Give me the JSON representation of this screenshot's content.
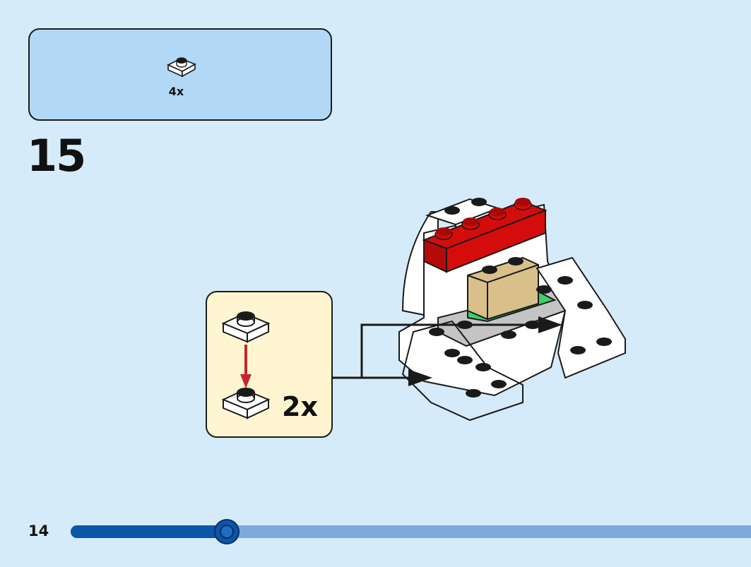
{
  "parts_list": {
    "quantity_label": "4x",
    "part_color": "#ffffff",
    "part_icon": "plate-1x1-round-stud-icon"
  },
  "step": {
    "number": "15"
  },
  "callout": {
    "multiplier_label": "2x",
    "arrow_color": "#c8242b"
  },
  "model": {
    "colors": {
      "white": "#ffffff",
      "red": "#d40c0c",
      "tan": "#d9c08a",
      "green": "#3ccf6a",
      "grey": "#c4c4c4",
      "outline": "#1a1a1a"
    }
  },
  "footer": {
    "page_number": "14",
    "progress_fraction": 0.23,
    "progress_color": "#0a56a8",
    "track_color": "#7fa8db"
  }
}
